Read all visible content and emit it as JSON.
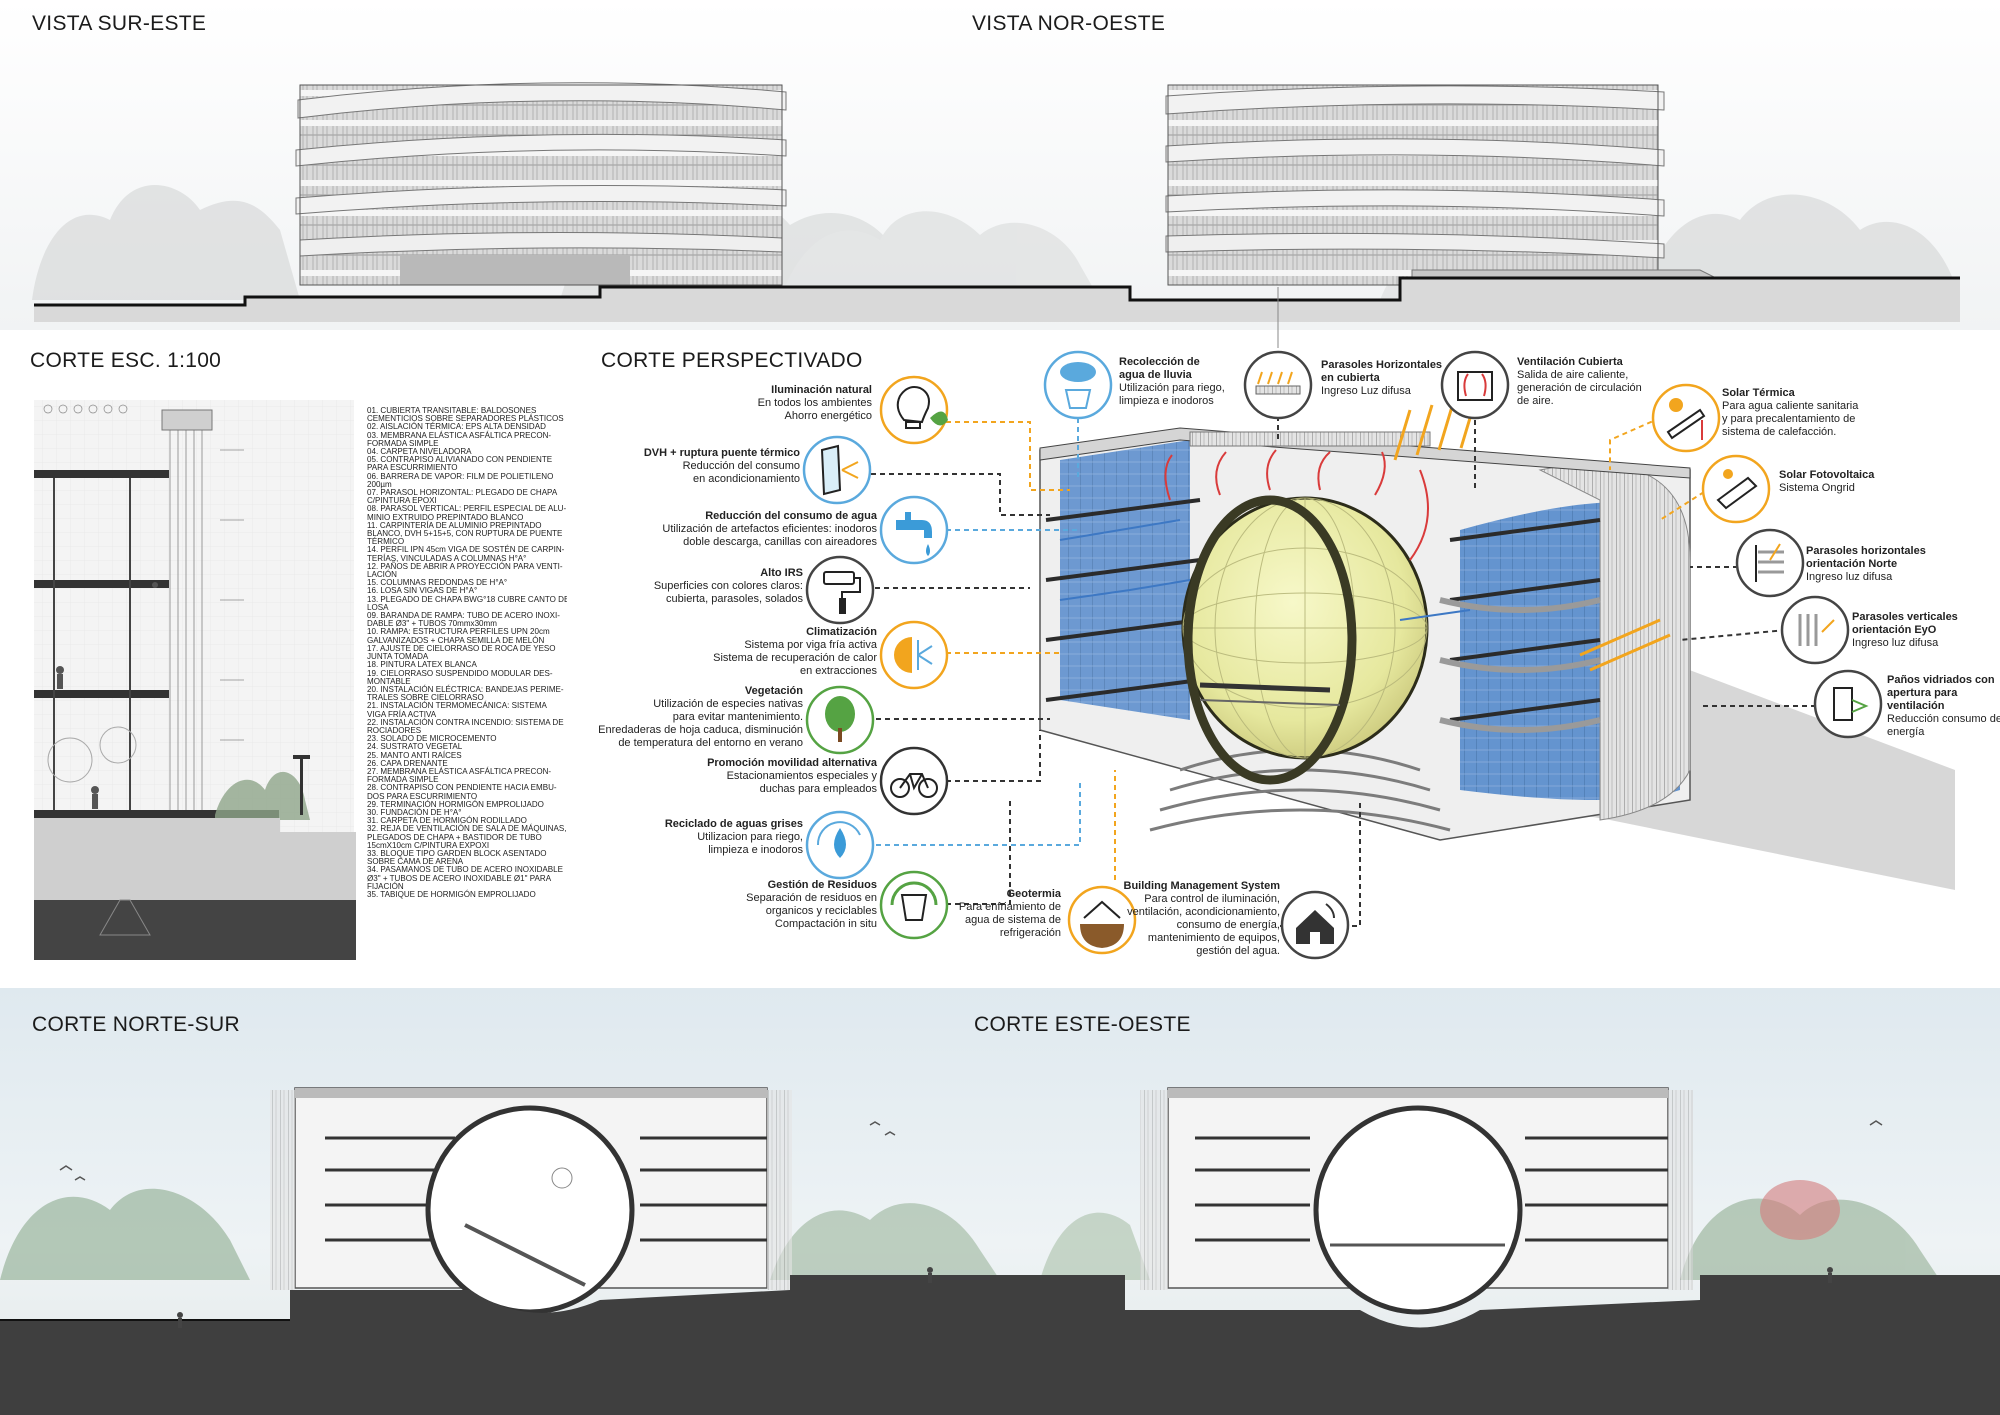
{
  "titles": {
    "vista_sur_este": "VISTA SUR-ESTE",
    "vista_nor_oeste": "VISTA NOR-OESTE",
    "corte_esc": "CORTE ESC. 1:100",
    "corte_perspectivado": "CORTE PERSPECTIVADO",
    "corte_norte_sur": "CORTE NORTE-SUR",
    "corte_este_oeste": "CORTE ESTE-OESTE"
  },
  "notes": [
    "01. CUBIERTA TRANSITABLE: BALDOSONES",
    "CEMENTICIOS SOBRE SEPARADORES PLÁSTICOS",
    "02. AISLACIÓN TÉRMICA: EPS ALTA DENSIDAD",
    "03. MEMBRANA ELÁSTICA ASFÁLTICA PRECON-",
    "FORMADA SIMPLE",
    "04. CARPETA NIVELADORA",
    "05. CONTRAPISO ALIVIANADO CON PENDIENTE",
    "PARA ESCURRIMIENTO",
    "06. BARRERA DE VAPOR: FILM DE POLIETILENO",
    "200µm",
    "07. PARASOL HORIZONTAL: PLEGADO DE CHAPA",
    "C/PINTURA EPOXI",
    "08. PARASOL VERTICAL: PERFIL ESPECIAL DE ALU-",
    "MINIO EXTRUIDO PREPINTADO BLANCO",
    "11. CARPINTERÍA DE ALUMINIO PREPINTADO",
    "BLANCO, DVH 5+15+5, CON RUPTURA DE PUENTE",
    "TÉRMICO",
    "14. PERFIL IPN 45cm VIGA DE SOSTÉN DE CARPIN-",
    "TERÍAS, VINCULADAS A COLUMNAS H°A°",
    "12. PAÑOS DE ABRIR A PROYECCIÓN PARA VENTI-",
    "LACIÓN",
    "15. COLUMNAS REDONDAS DE H°A°",
    "16. LOSA SIN VIGAS DE H°A°",
    "13. PLEGADO DE CHAPA BWG°18 CUBRE CANTO DE",
    "LOSA",
    "09. BARANDA DE RAMPA: TUBO DE ACERO INOXI-",
    "DABLE Ø3\" + TUBOS 70mmx30mm",
    "10. RAMPA: ESTRUCTURA PERFILES UPN 20cm",
    "GALVANIZADOS + CHAPA SEMILLA DE MELÓN",
    "17. AJUSTE DE CIELORRASO DE ROCA DE YESO",
    "JUNTA TOMADA",
    "18. PINTURA LATEX BLANCA",
    "19. CIELORRASO SUSPENDIDO MODULAR DES-",
    "MONTABLE",
    "20. INSTALACIÓN ELÉCTRICA: BANDEJAS PERIME-",
    "TRALES SOBRE CIELORRASO",
    "21. INSTALACIÓN TERMOMECÁNICA: SISTEMA",
    "VIGA FRÍA ACTIVA",
    "22. INSTALACIÓN CONTRA INCENDIO: SISTEMA DE",
    "ROCIADORES",
    "23. SOLADO DE MICROCEMENTO",
    "24. SUSTRATO VEGETAL",
    "25. MANTO ANTI RAÍCES",
    "26. CAPA DRENANTE",
    "27. MEMBRANA ELÁSTICA ASFÁLTICA PRECON-",
    "FORMADA SIMPLE",
    "28. CONTRAPISO CON PENDIENTE HACIA EMBU-",
    "DOS PARA ESCURRIMIENTO",
    "29. TERMINACIÓN HORMIGÓN EMPROLIJADO",
    "30. FUNDACIÓN DE H°A°",
    "31. CARPETA DE HORMIGÓN RODILLADO",
    "32. REJA DE VENTILACIÓN DE SALA DE MÁQUINAS,",
    "PLEGADOS DE CHAPA + BASTIDOR DE TUBO",
    "15cmX10cm C/PINTURA EXPOXI",
    "33. BLOQUE TIPO GARDEN BLOCK ASENTADO",
    "SOBRE CAMA DE ARENA",
    "34. PASAMANOS DE TUBO DE ACERO INOXIDABLE",
    "Ø3\" + TUBOS DE ACERO INOXIDABLE Ø1\" PARA",
    "FIJACIÓN",
    "35. TABIQUE DE HORMIGÓN EMPROLIJADO"
  ],
  "features": [
    {
      "title": "Iluminación natural",
      "lines": [
        "En todos los ambientes",
        "Ahorro energético"
      ]
    },
    {
      "title": "DVH + ruptura puente térmico",
      "lines": [
        "Reducción del consumo",
        "en acondicionamiento"
      ]
    },
    {
      "title": "Reducción del consumo de agua",
      "lines": [
        "Utilización de artefactos eficientes: inodoros",
        "doble descarga, canillas con aireadores"
      ]
    },
    {
      "title": "Alto IRS",
      "lines": [
        "Superficies con colores claros:",
        "cubierta, parasoles, solados"
      ]
    },
    {
      "title": "Climatización",
      "lines": [
        "Sistema por viga fría activa",
        "Sistema de recuperación de calor",
        "en extracciones"
      ]
    },
    {
      "title": "Vegetación",
      "lines": [
        "Utilización de especies nativas",
        "para evitar mantenimiento.",
        "Enredaderas de hoja caduca, disminución",
        "de temperatura del entorno en verano"
      ]
    },
    {
      "title": "Promoción movilidad alternativa",
      "lines": [
        "Estacionamientos especiales y",
        "duchas para empleados"
      ]
    },
    {
      "title": "Reciclado de aguas grises",
      "lines": [
        "Utilizacion para riego,",
        "limpieza e inodoros"
      ]
    },
    {
      "title": "Gestión de Residuos",
      "lines": [
        "Separación de residuos en",
        "organicos y reciclables",
        "Compactación in situ"
      ]
    },
    {
      "title": "Geotermia",
      "lines": [
        "Para enfriamiento de",
        "agua de sistema de",
        "refrigeración"
      ]
    },
    {
      "title": "Building Management System",
      "lines": [
        "Para control de iluminación,",
        "ventilación, acondicionamiento,",
        "consumo de energía,",
        "mantenimiento de equipos,",
        "gestión del agua."
      ]
    },
    {
      "title": "Recolección de agua de lluvia",
      "title_lines": [
        "Recolección de",
        "agua de lluvia"
      ],
      "lines": [
        "Utilización para riego,",
        "limpieza e inodoros"
      ]
    },
    {
      "title": "Parasoles Horizontales en cubierta",
      "title_lines": [
        "Parasoles Horizontales",
        "en cubierta"
      ],
      "lines": [
        "Ingreso Luz difusa"
      ]
    },
    {
      "title": "Ventilación Cubierta",
      "lines": [
        "Salida de aire caliente,",
        "generación de circulación",
        "de aire."
      ]
    },
    {
      "title": "Solar Térmica",
      "lines": [
        "Para agua caliente sanitaria",
        "y para precalentamiento de",
        "sistema de calefacción."
      ]
    },
    {
      "title": "Solar Fotovoltaica",
      "lines": [
        "Sistema Ongrid"
      ]
    },
    {
      "title": "Parasoles horizontales orientación Norte",
      "title_lines": [
        "Parasoles horizontales",
        "orientación Norte"
      ],
      "lines": [
        "Ingreso luz difusa"
      ]
    },
    {
      "title": "Parasoles verticales orientación EyO",
      "title_lines": [
        "Parasoles verticales",
        "orientación EyO"
      ],
      "lines": [
        "Ingreso luz difusa"
      ]
    },
    {
      "title": "Paños vidriados con apertura para ventilación",
      "title_lines": [
        "Paños vidriados con",
        "apertura para",
        "ventilación"
      ],
      "lines": [
        "Reducción consumo de",
        "energía"
      ]
    }
  ],
  "icons": [
    "lightbulb-leaf-icon",
    "window-glazing-icon",
    "water-faucet-icon",
    "paint-roller-icon",
    "sun-snowflake-icon",
    "tree-icon",
    "bicycle-icon",
    "water-drop-recycle-icon",
    "recycle-bin-icon",
    "geothermal-house-icon",
    "smart-home-icon",
    "rain-cloud-bucket-icon",
    "roof-louvers-icon",
    "roof-ventilation-icon",
    "solar-thermal-icon",
    "solar-panel-icon",
    "horizontal-louvers-icon",
    "vertical-louvers-icon",
    "opening-window-icon"
  ],
  "colors": {
    "accent_orange": "#f2a51e",
    "accent_blue": "#5aa9dd",
    "accent_green": "#55a343",
    "sphere_yellow": "#e9eaa6",
    "ground_dark": "#3f3f3f",
    "glass_blue": "#3e78c2"
  }
}
